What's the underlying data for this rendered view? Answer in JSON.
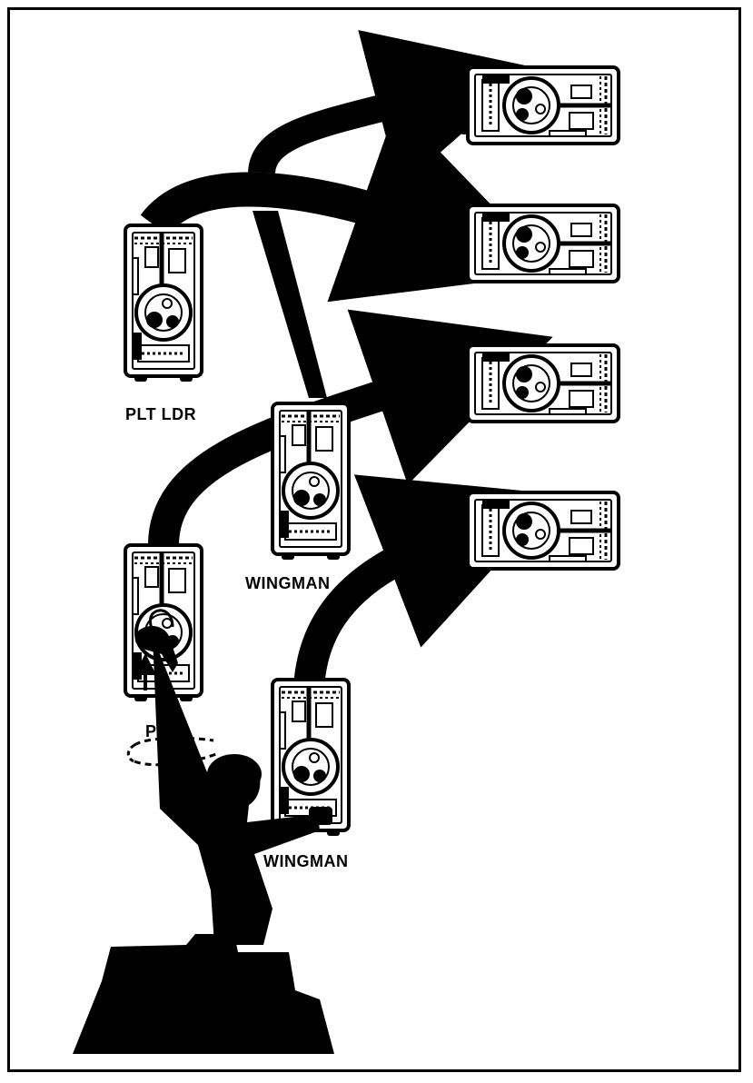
{
  "figure": {
    "labels": {
      "plt_ldr": "PLT LDR",
      "wingman_1": "WINGMAN",
      "psg": "PSG",
      "wingman_2": "WINGMAN"
    },
    "ink_color": "#000000",
    "paper_color": "#ffffff",
    "own_tanks": [
      "PLT LDR",
      "WINGMAN",
      "PSG",
      "WINGMAN"
    ],
    "target_tank_count": 4,
    "signaler": "arm-and-hand-signal-silhouette"
  }
}
